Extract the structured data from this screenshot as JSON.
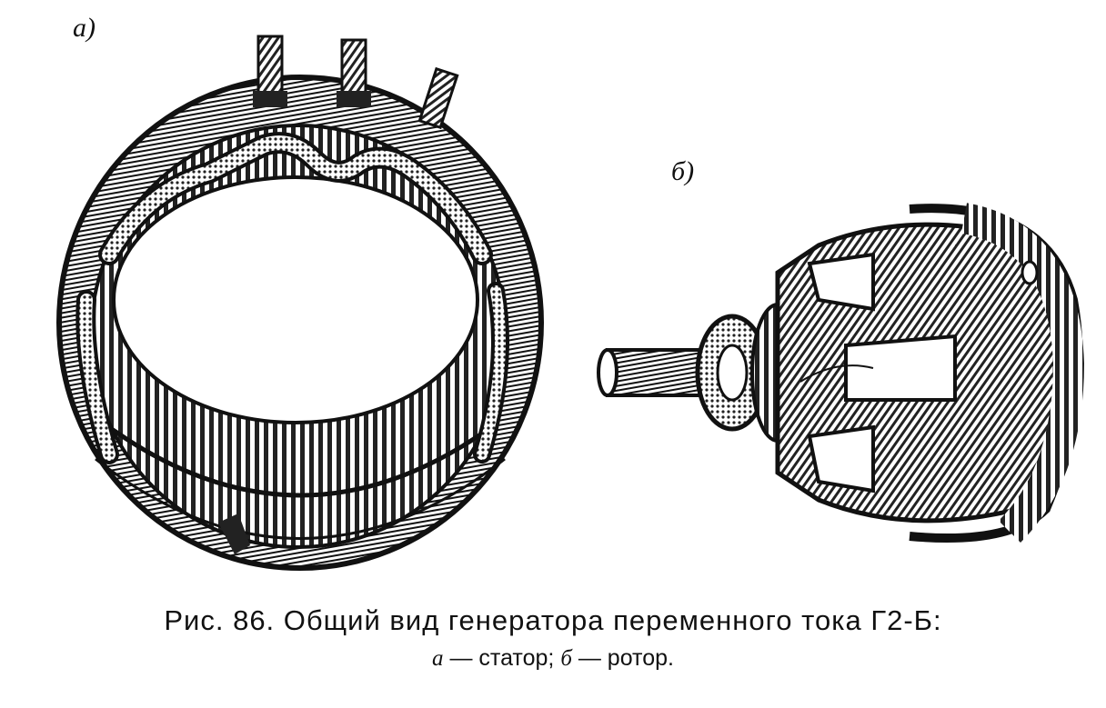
{
  "labels": {
    "stator": "а)",
    "rotor": "б)"
  },
  "caption": {
    "line1": "Рис. 86. Общий вид генератора переменного тока Г2-Б:",
    "line2_a_letter": "а",
    "line2_a_text": "— статор;",
    "line2_b_letter": "б",
    "line2_b_text": "— ротор."
  },
  "colors": {
    "ink": "#111111",
    "paper": "#ffffff"
  }
}
